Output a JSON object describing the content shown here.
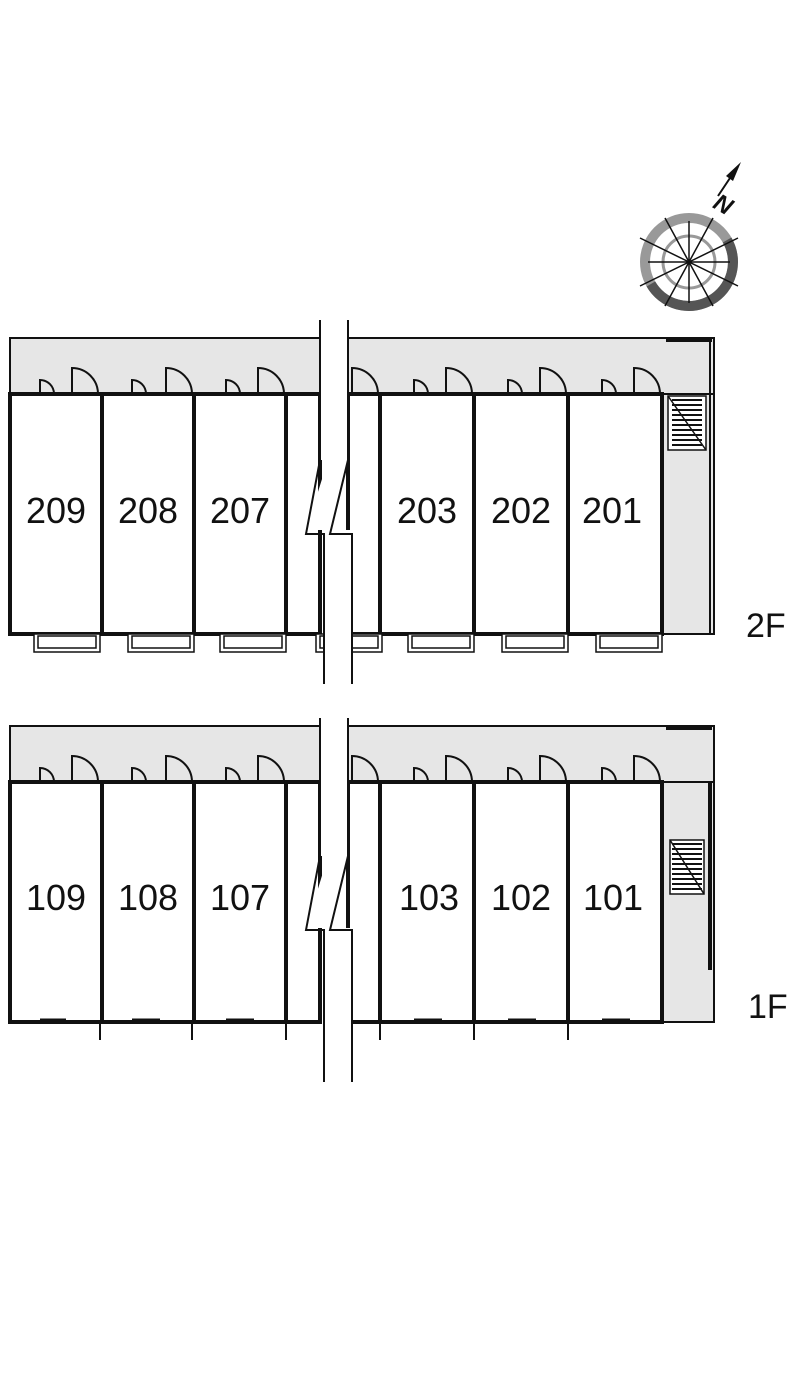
{
  "compass": {
    "label": "N",
    "icon": "compass-rose-icon"
  },
  "floors": [
    {
      "id": "2F",
      "label": "2F",
      "units_left": [
        "209",
        "208",
        "207"
      ],
      "units_right": [
        "203",
        "202",
        "201"
      ]
    },
    {
      "id": "1F",
      "label": "1F",
      "units_left": [
        "109",
        "108",
        "107"
      ],
      "units_right": [
        "103",
        "102",
        "101"
      ]
    }
  ],
  "colors": {
    "corridor": "#e6e6e6",
    "wall": "#111111",
    "background": "#ffffff"
  }
}
